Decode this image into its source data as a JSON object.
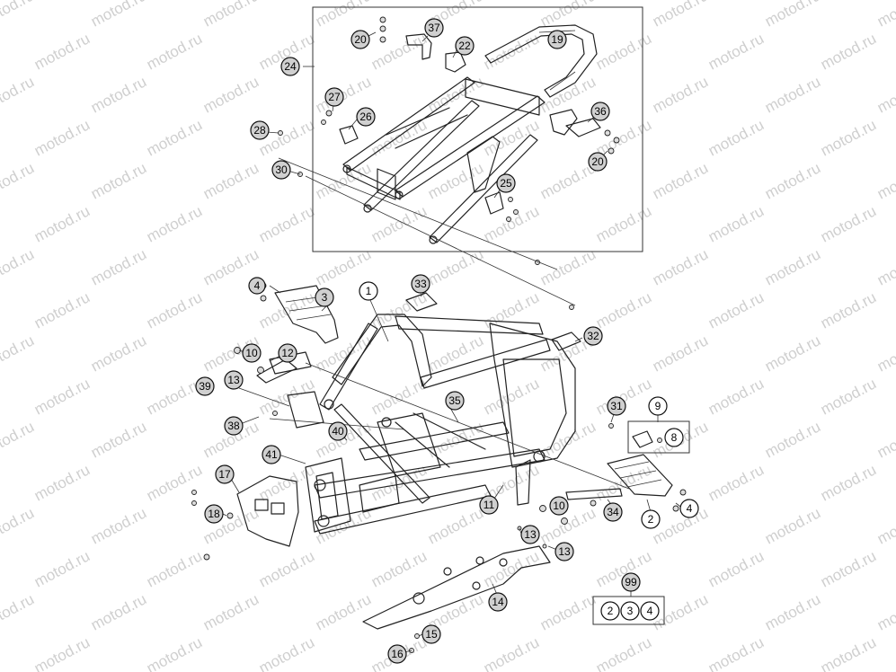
{
  "watermark": "motod.ru",
  "callouts": {
    "c1": "1",
    "c2": "2",
    "c3": "3",
    "c4a": "4",
    "c4b": "4",
    "c8": "8",
    "c9": "9",
    "c10a": "10",
    "c10b": "10",
    "c11": "11",
    "c12": "12",
    "c13a": "13",
    "c13b": "13",
    "c13c": "13",
    "c14": "14",
    "c15": "15",
    "c16": "16",
    "c17": "17",
    "c18": "18",
    "c19": "19",
    "c20a": "20",
    "c20b": "20",
    "c22": "22",
    "c24": "24",
    "c25": "25",
    "c26": "26",
    "c27": "27",
    "c28": "28",
    "c30": "30",
    "c31": "31",
    "c32": "32",
    "c33": "33",
    "c34": "34",
    "c35": "35",
    "c36": "36",
    "c37": "37",
    "c38": "38",
    "c39": "39",
    "c40": "40",
    "c41": "41",
    "c99": "99"
  },
  "kit99": [
    "2",
    "3",
    "4"
  ]
}
